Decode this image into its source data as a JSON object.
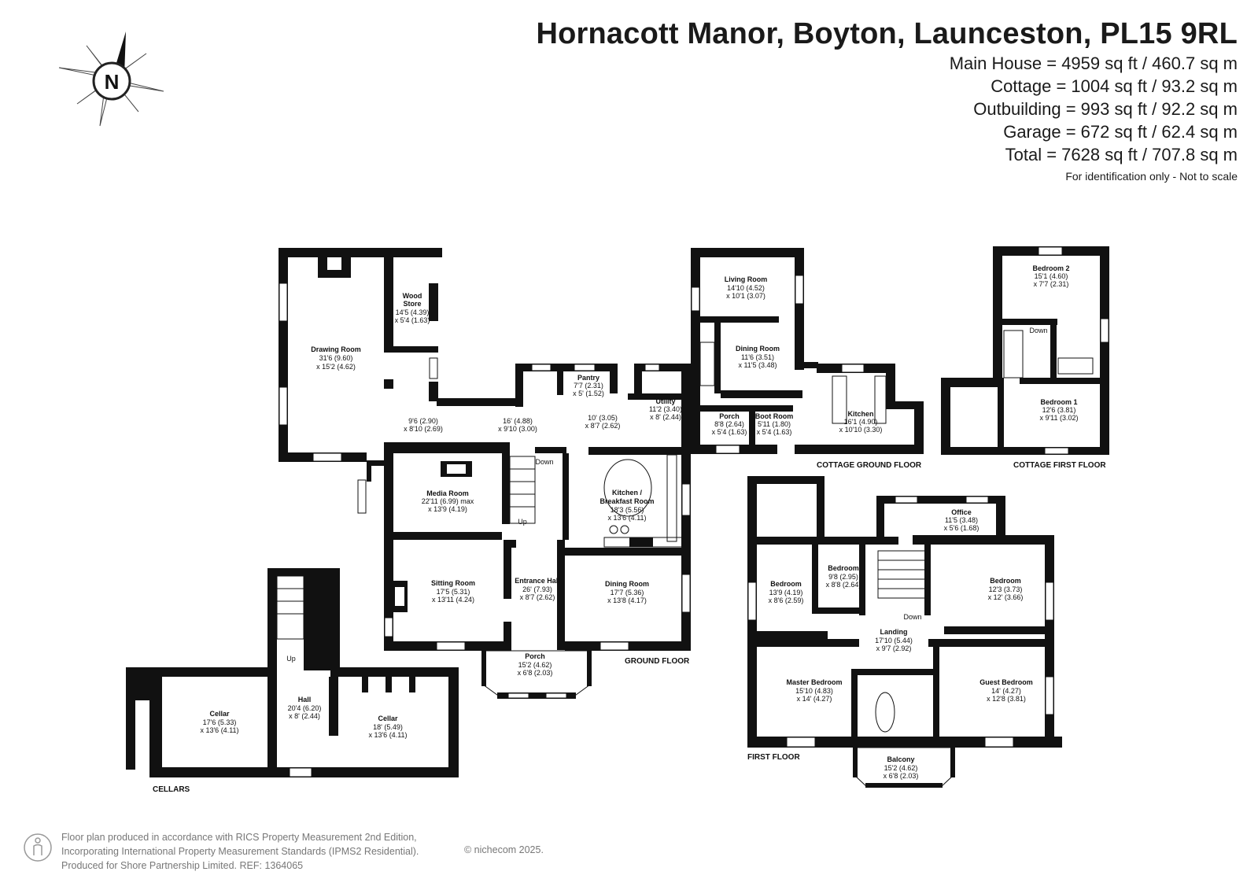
{
  "header": {
    "title": "Hornacott Manor, Boyton, Launceston, PL15 9RL",
    "areas": [
      "Main House = 4959 sq ft / 460.7 sq m",
      "Cottage = 1004 sq ft / 93.2 sq m",
      "Outbuilding = 993 sq ft / 92.2 sq m",
      "Garage = 672 sq ft / 62.4 sq m",
      "Total = 7628 sq ft / 707.8 sq m"
    ],
    "note": "For identification only - Not to scale"
  },
  "compass": {
    "letter": "N",
    "icon": "compass-rose-icon"
  },
  "floor_labels": {
    "ground": "GROUND FLOOR",
    "first": "FIRST FLOOR",
    "cellars": "CELLARS",
    "cottage_ground": "COTTAGE GROUND FLOOR",
    "cottage_first": "COTTAGE FIRST FLOOR"
  },
  "rooms": {
    "drawing_room": [
      "Drawing Room",
      "31'6 (9.60)",
      "x 15'2 (4.62)"
    ],
    "wood_store": [
      "Wood",
      "Store",
      "14'5 (4.39)",
      "x 5'4 (1.63)"
    ],
    "lobby": [
      "9'6 (2.90)",
      "x 8'10 (2.69)"
    ],
    "passage": [
      "16' (4.88)",
      "x 9'10 (3.00)"
    ],
    "pantry": [
      "Pantry",
      "7'7 (2.31)",
      "x 5' (1.52)"
    ],
    "rear_lobby": [
      "10' (3.05)",
      "x 8'7 (2.62)"
    ],
    "utility": [
      "Utility",
      "11'2 (3.40)",
      "x 8' (2.44)"
    ],
    "media_room": [
      "Media Room",
      "22'11 (6.99) max",
      "x 13'9 (4.19)"
    ],
    "kitchen_breakfast": [
      "Kitchen /",
      "Breakfast Room",
      "18'3 (5.56)",
      "x 13'6 (4.11)"
    ],
    "sitting_room": [
      "Sitting Room",
      "17'5 (5.31)",
      "x 13'11 (4.24)"
    ],
    "entrance_hall": [
      "Entrance Hall",
      "26' (7.93)",
      "x 8'7 (2.62)"
    ],
    "dining_room": [
      "Dining Room",
      "17'7 (5.36)",
      "x 13'8 (4.17)"
    ],
    "porch": [
      "Porch",
      "15'2 (4.62)",
      "x 6'8 (2.03)"
    ],
    "cottage_living": [
      "Living Room",
      "14'10 (4.52)",
      "x 10'1 (3.07)"
    ],
    "cottage_dining": [
      "Dining Room",
      "11'6 (3.51)",
      "x 11'5 (3.48)"
    ],
    "cottage_porch": [
      "Porch",
      "8'8 (2.64)",
      "x 5'4 (1.63)"
    ],
    "cottage_boot": [
      "Boot Room",
      "5'11 (1.80)",
      "x 5'4 (1.63)"
    ],
    "cottage_kitchen": [
      "Kitchen",
      "16'1 (4.90)",
      "x 10'10 (3.30)"
    ],
    "cottage_bed2": [
      "Bedroom 2",
      "15'1 (4.60)",
      "x 7'7 (2.31)"
    ],
    "cottage_bed1": [
      "Bedroom 1",
      "12'6 (3.81)",
      "x 9'11 (3.02)"
    ],
    "ff_office": [
      "Office",
      "11'5 (3.48)",
      "x 5'6 (1.68)"
    ],
    "ff_bed_a": [
      "Bedroom",
      "13'9 (4.19)",
      "x 8'6 (2.59)"
    ],
    "ff_bed_b": [
      "Bedroom",
      "9'8 (2.95)",
      "x 8'8 (2.64)"
    ],
    "ff_bed_c": [
      "Bedroom",
      "12'3 (3.73)",
      "x 12' (3.66)"
    ],
    "ff_landing": [
      "Landing",
      "17'10 (5.44)",
      "x 9'7 (2.92)"
    ],
    "ff_master": [
      "Master Bedroom",
      "15'10 (4.83)",
      "x 14' (4.27)"
    ],
    "ff_guest": [
      "Guest Bedroom",
      "14' (4.27)",
      "x 12'8 (3.81)"
    ],
    "ff_balcony": [
      "Balcony",
      "15'2 (4.62)",
      "x 6'8 (2.03)"
    ],
    "cellar_left": [
      "Cellar",
      "17'6 (5.33)",
      "x 13'6 (4.11)"
    ],
    "cellar_hall": [
      "Hall",
      "20'4 (6.20)",
      "x 8' (2.44)"
    ],
    "cellar_right": [
      "Cellar",
      "18' (5.49)",
      "x 13'6 (4.11)"
    ]
  },
  "stair_labels": {
    "down": "Down",
    "up": "Up"
  },
  "footer": {
    "lines": [
      "Floor plan produced in accordance with RICS Property Measurement 2nd Edition,",
      "Incorporating International Property Measurement Standards (IPMS2 Residential).",
      "Produced for Shore Partnership Limited.   REF: 1364065"
    ],
    "copyright": "© nichecom 2025."
  }
}
